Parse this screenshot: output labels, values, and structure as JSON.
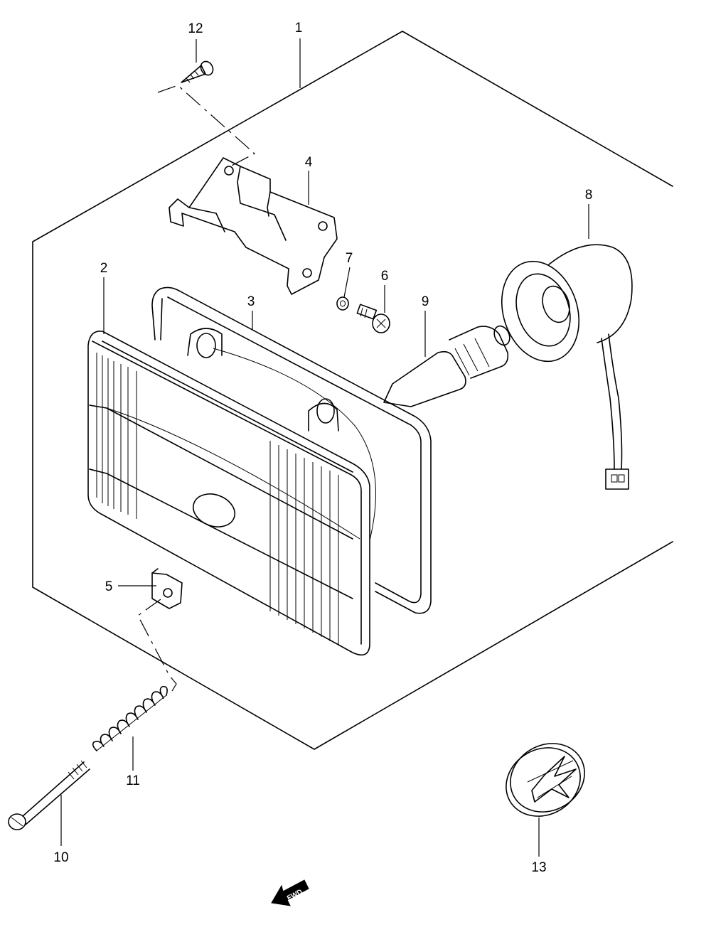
{
  "diagram": {
    "labels": {
      "p1": "1",
      "p2": "2",
      "p3": "3",
      "p4": "4",
      "p5": "5",
      "p6": "6",
      "p7": "7",
      "p8": "8",
      "p9": "9",
      "p10": "10",
      "p11": "11",
      "p12": "12",
      "p13": "13"
    },
    "fwd_arrow_text": "FWD"
  }
}
